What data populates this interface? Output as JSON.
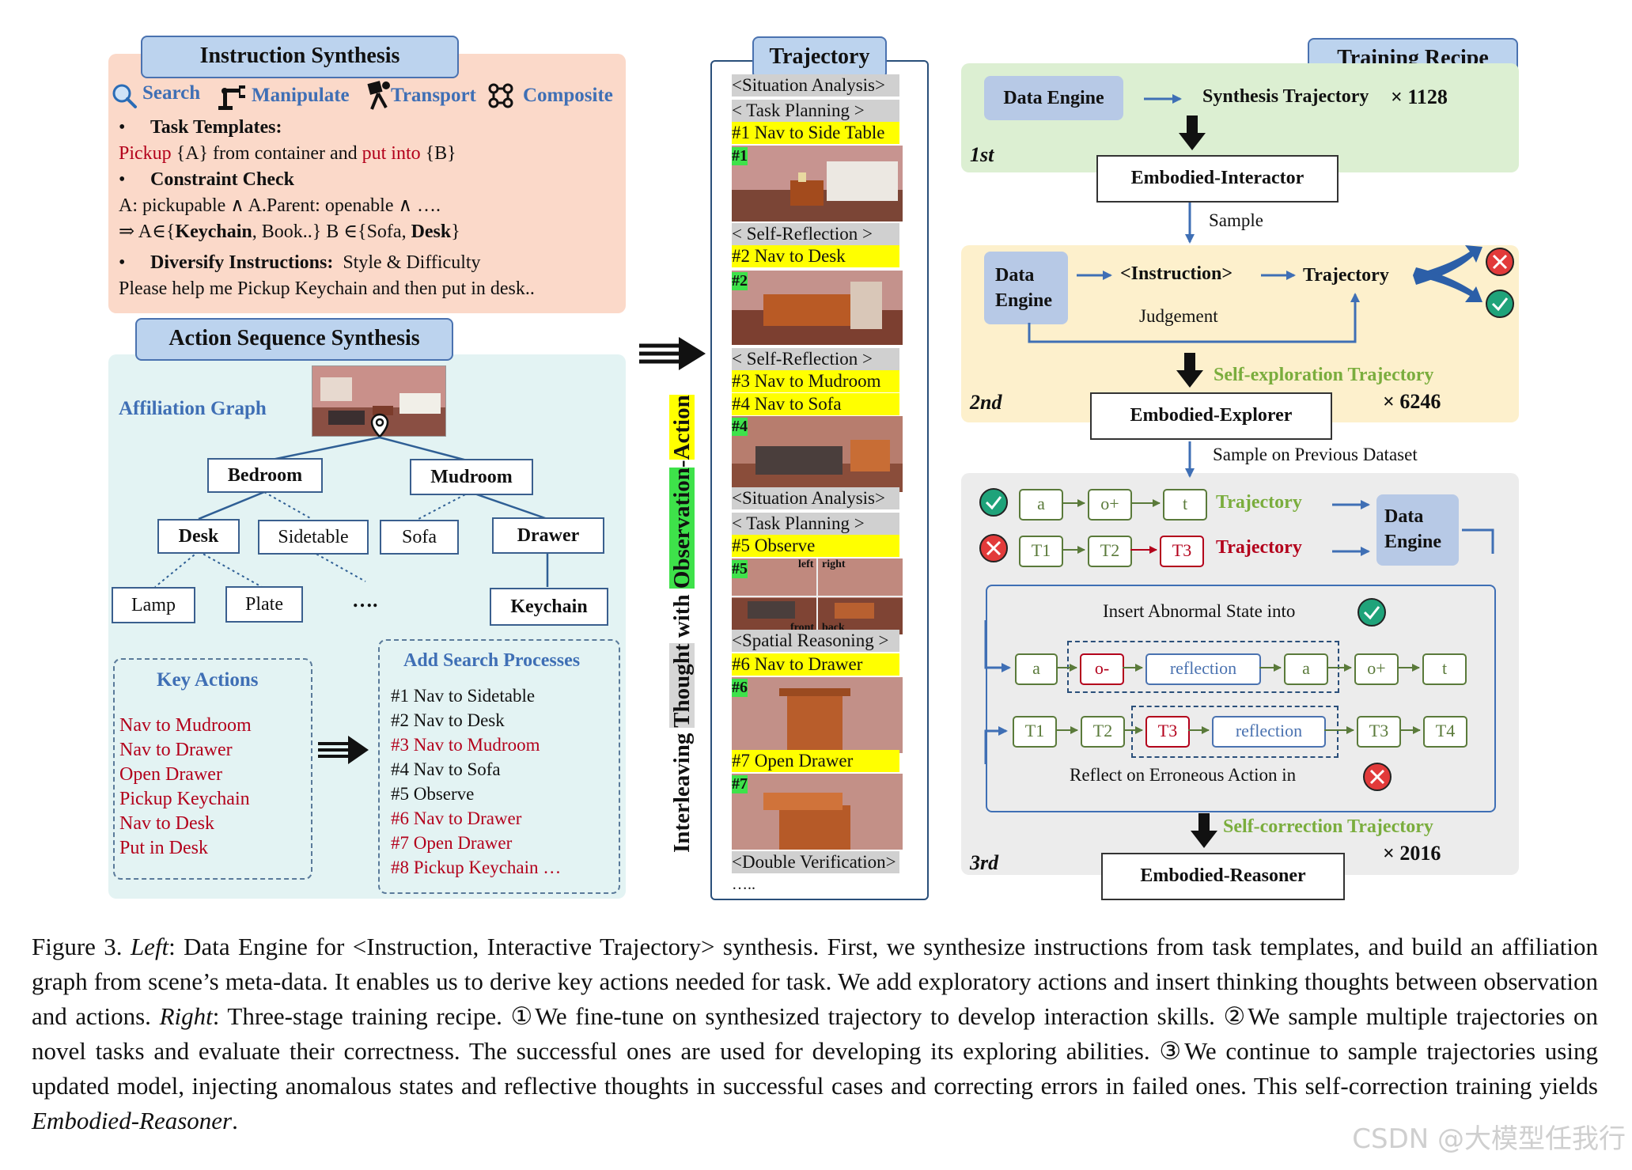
{
  "left": {
    "instruction_synthesis": {
      "title": "Instruction Synthesis",
      "tabs": [
        "Search",
        "Manipulate",
        "Transport",
        "Composite"
      ],
      "task_templates_label": "Task Templates:",
      "template_pickup": "Pickup",
      "template_a": " {A} from container and ",
      "template_put": "put into",
      "template_b": " {B}",
      "constraint_label": "Constraint Check",
      "constraint_line1": "A: pickupable ∧ A.Parent: openable ∧ ….",
      "constraint_line2_a": "⇒ A∈{",
      "constraint_line2_b": "Keychain",
      "constraint_line2_c": ", Book..} B ∈{Sofa, ",
      "constraint_line2_d": "Desk",
      "constraint_line2_e": "}",
      "diversify_label": "Diversify Instructions:",
      "diversify_value": "Style & Difficulty",
      "example": "Please help me Pickup Keychain and then put in desk.."
    },
    "action_sequence_synthesis": {
      "title": "Action Sequence Synthesis",
      "affiliation_graph_label": "Affiliation Graph",
      "nodes": {
        "bedroom": "Bedroom",
        "mudroom": "Mudroom",
        "desk": "Desk",
        "sidetable": "Sidetable",
        "sofa": "Sofa",
        "drawer": "Drawer",
        "lamp": "Lamp",
        "plate": "Plate",
        "ellipsis": "….",
        "keychain": "Keychain"
      },
      "key_actions": {
        "title": "Key Actions",
        "items": [
          "Nav to Mudroom",
          "Nav to Drawer",
          "Open Drawer",
          "Pickup Keychain",
          "Nav to Desk",
          "Put in Desk"
        ]
      },
      "search_processes": {
        "title": "Add Search Processes",
        "items": [
          {
            "text": "#1 Nav to Sidetable",
            "highlight": false
          },
          {
            "text": "#2 Nav to Desk",
            "highlight": false
          },
          {
            "text": "#3 Nav to Mudroom",
            "highlight": true
          },
          {
            "text": "#4 Nav to Sofa",
            "highlight": false
          },
          {
            "text": "#5 Observe",
            "highlight": false
          },
          {
            "text": "#6 Nav to Drawer",
            "highlight": true
          },
          {
            "text": "#7 Open Drawer",
            "highlight": true
          },
          {
            "text": "#8 Pickup Keychain …",
            "highlight": true
          }
        ]
      }
    },
    "vertical_label": {
      "p1": "Interleaving ",
      "p2": "Thought",
      "p3": " with ",
      "p4": "Observation",
      "p5": "-",
      "p6": "Action"
    }
  },
  "trajectory": {
    "title": "Trajectory",
    "situation_analysis_1": "<Situation Analysis>",
    "task_planning_1": "<  Task Planning   >",
    "step1": "#1 Nav to Side Table",
    "tag1": "#1",
    "self_reflection_1": "<  Self-Reflection  >",
    "step2": "#2 Nav to Desk",
    "tag2": "#2",
    "self_reflection_2": "<  Self-Reflection  >",
    "step3": "#3 Nav to Mudroom",
    "step4": "#4 Nav to Sofa",
    "tag4": "#4",
    "situation_analysis_2": "<Situation Analysis>",
    "task_planning_2": "<  Task Planning   >",
    "step5": "#5    Observe",
    "tag5": "#5",
    "left_label": "left",
    "right_label": "right",
    "front_label": "front",
    "back_label": "back",
    "spatial_reasoning": "<Spatial Reasoning >",
    "step6": "#6   Nav to Drawer",
    "tag6": "#6",
    "step7": "#7    Open Drawer",
    "tag7": "#7",
    "double_verification": "<Double Verification>",
    "more": "….."
  },
  "right": {
    "title": "Training Recipe",
    "stage1": {
      "label": "1st",
      "data_engine": "Data Engine",
      "synthesis": "Synthesis Trajectory",
      "count": "× 1128",
      "model": "Embodied-Interactor"
    },
    "sample_label": "Sample",
    "stage2": {
      "label": "2nd",
      "data_engine": "Data Engine",
      "instruction": "<Instruction>",
      "trajectory": "Trajectory",
      "judgement": "Judgement",
      "self_exploration": "Self-exploration Trajectory",
      "count": "× 6246",
      "model": "Embodied-Explorer"
    },
    "sample_prev_label": "Sample on Previous Dataset",
    "stage3": {
      "label": "3rd",
      "row_good": [
        "a",
        "o+",
        "t"
      ],
      "row_bad": [
        "T1",
        "T2",
        "T3"
      ],
      "traj_good": "Trajectory",
      "traj_bad": "Trajectory",
      "data_engine": "Data Engine",
      "insert_label": "Insert Abnormal State into",
      "insert_row": [
        "a",
        "o-",
        "reflection",
        "a",
        "o+",
        "t"
      ],
      "correct_row": [
        "T1",
        "T2",
        "T3",
        "reflection",
        "T3",
        "T4"
      ],
      "reflect_label": "Reflect on Erroneous Action in",
      "self_correction": "Self-correction Trajectory",
      "count": "× 2016",
      "model": "Embodied-Reasoner"
    }
  },
  "caption": {
    "fig": "Figure 3.",
    "left_label": "Left",
    "left_text": ": Data Engine for <Instruction, Interactive Trajectory> synthesis. First, we synthesize instructions from task templates, and build an affiliation graph from scene’s meta-data. It enables us to derive key actions needed for task. We add exploratory actions and insert thinking thoughts between observation and actions.",
    "right_label": "Right",
    "right_text": ": Three-stage training recipe. ①We fine-tune on synthesized trajectory to develop interaction skills. ②We sample multiple trajectories on novel tasks and evaluate their correctness. The successful ones are used for developing its exploring abilities. ③We continue to sample trajectories using updated model, injecting anomalous states and reflective thoughts in successful cases and correcting errors in failed ones. This self-correction training yields ",
    "model": "Embodied-Reasoner",
    "end": "."
  },
  "watermark": "CSDN @大模型任我行",
  "colors": {
    "instruction_bg": "#fbd9c9",
    "action_bg": "#e3f3f3",
    "stage1_bg": "#dcefd2",
    "stage2_bg": "#fdf0cc",
    "stage3_bg": "#ececec",
    "pill_bg": "#bcd3ee",
    "red_text": "#b3001b",
    "blue_text": "#3f6fb5",
    "green_text": "#7aad3d"
  }
}
